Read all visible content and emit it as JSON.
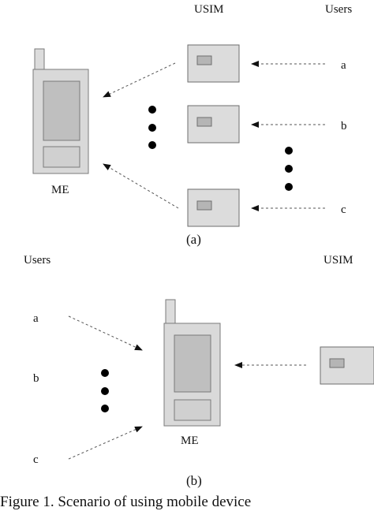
{
  "panel_a": {
    "header_usim": "USIM",
    "header_users": "Users",
    "device_label": "ME",
    "users": [
      "a",
      "b",
      "c"
    ],
    "sub_label": "(a)"
  },
  "panel_b": {
    "header_users": "Users",
    "header_usim": "USIM",
    "device_label": "ME",
    "users": [
      "a",
      "b",
      "c"
    ],
    "sub_label": "(b)"
  },
  "caption": "Figure 1. Scenario of using mobile device"
}
